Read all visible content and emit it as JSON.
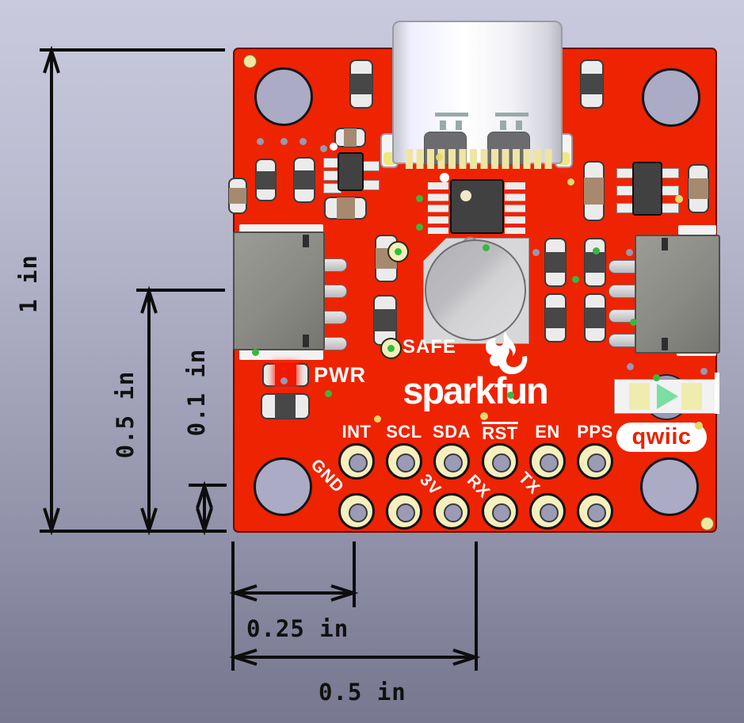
{
  "dimensions": {
    "board_height": "1 in",
    "connector_offset": "0.5 in",
    "pin_pitch": "0.1 in",
    "hole_offset": "0.25 in",
    "hole_span": "0.5 in"
  },
  "board": {
    "brand": "sparkfun",
    "labels": {
      "safe": "SAFE",
      "pwr": "PWR",
      "qwiic": "qwiic"
    },
    "pin_labels_top": [
      "INT",
      "SCL",
      "SDA",
      "RST",
      "EN",
      "PPS"
    ],
    "pin_labels_diagonal": [
      "GND",
      "3V",
      "RX",
      "TX"
    ]
  },
  "colors": {
    "board_red": "#ee2301",
    "background_top": "#cacade",
    "background_bottom": "#787890",
    "silkscreen": "#ffffff",
    "gold_pad": "#f5f0be",
    "hole_barrel": "#9b9bb5",
    "status_led_green": "#79dfa2",
    "pwr_led_red": "#f01800",
    "safe_led_green": "#2fbf35",
    "dimension_ink": "#0d0d0d"
  }
}
